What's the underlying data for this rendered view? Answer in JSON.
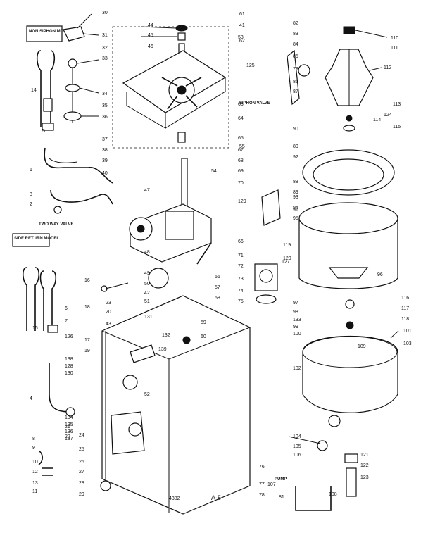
{
  "labels": {
    "non_siphon_model": "NON SIPHON MODEL",
    "syphon_valve": "SIPHON VALVE",
    "two_way_valve": "TWO WAY VALVE",
    "side_return_model": "SIDE RETURN MODEL",
    "pump": "PUMP",
    "page_code": "A-5",
    "small_code": "4382"
  },
  "part_numbers": [
    "30",
    "31",
    "32",
    "33",
    "34",
    "35",
    "36",
    "37",
    "38",
    "39",
    "40",
    "41",
    "42",
    "43",
    "44",
    "45",
    "46",
    "47",
    "48",
    "49",
    "50",
    "51",
    "52",
    "53",
    "54",
    "55",
    "56",
    "57",
    "58",
    "59",
    "60",
    "61",
    "62",
    "63",
    "64",
    "65",
    "66",
    "67",
    "68",
    "69",
    "70",
    "71",
    "72",
    "73",
    "74",
    "75",
    "76",
    "77",
    "78",
    "79",
    "80",
    "81",
    "82",
    "83",
    "84",
    "85",
    "86",
    "87",
    "88",
    "89",
    "90",
    "91",
    "92",
    "93",
    "94",
    "95",
    "96",
    "97",
    "98",
    "99",
    "100",
    "101",
    "102",
    "103",
    "104",
    "105",
    "106",
    "107",
    "108",
    "109",
    "110",
    "111",
    "112",
    "113",
    "114",
    "115",
    "116",
    "117",
    "118",
    "119",
    "120",
    "121",
    "122",
    "123",
    "124",
    "125",
    "126",
    "127",
    "128",
    "129",
    "130",
    "131",
    "132",
    "133",
    "134",
    "135",
    "136",
    "137",
    "138",
    "139",
    "1",
    "2",
    "3",
    "4",
    "5",
    "6",
    "7",
    "8",
    "9",
    "10",
    "11",
    "12",
    "13",
    "14",
    "15",
    "16",
    "17",
    "18",
    "19",
    "20",
    "21",
    "22",
    "23",
    "24",
    "25",
    "26",
    "27",
    "28",
    "29"
  ]
}
